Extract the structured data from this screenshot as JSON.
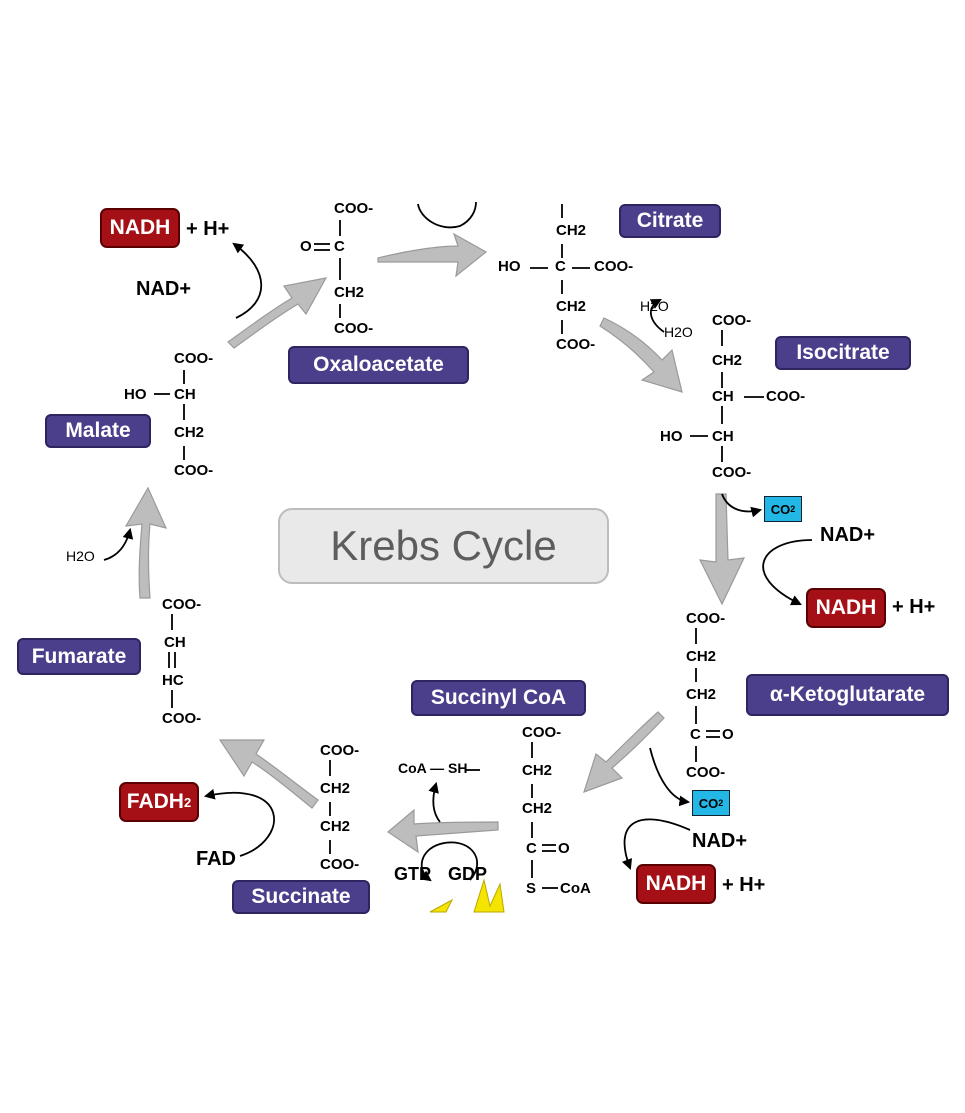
{
  "title": "Krebs Cycle",
  "colors": {
    "compound": "#4b3f8c",
    "carrier": "#a51016",
    "co2": "#23b7e6",
    "arrow": "#b5b5b5"
  },
  "compounds": {
    "citrate": "Citrate",
    "isocitrate": "Isocitrate",
    "ketoglutarate": "α-Ketoglutarate",
    "succinyl_coa": "Succinyl CoA",
    "succinate": "Succinate",
    "fumarate": "Fumarate",
    "malate": "Malate",
    "oxaloacetate": "Oxaloacetate"
  },
  "carriers": {
    "nadh": "NADH",
    "fadh2": "FADH",
    "fadh2_sub": "2",
    "co2": "CO",
    "co2_sub": "2"
  },
  "small_labels": {
    "h_plus": "+ H+",
    "nad_plus": "NAD+",
    "fad": "FAD",
    "water": "H2O",
    "gtp": "GTP",
    "gdp": "GDP",
    "coa_sh": "CoA — SH"
  },
  "formula_tokens": {
    "coo": "COO-",
    "ch2": "CH2",
    "ch": "CH",
    "hc": "HC",
    "c": "C",
    "o": "O",
    "ho": "HO",
    "s": "S",
    "coa": "CoA"
  }
}
